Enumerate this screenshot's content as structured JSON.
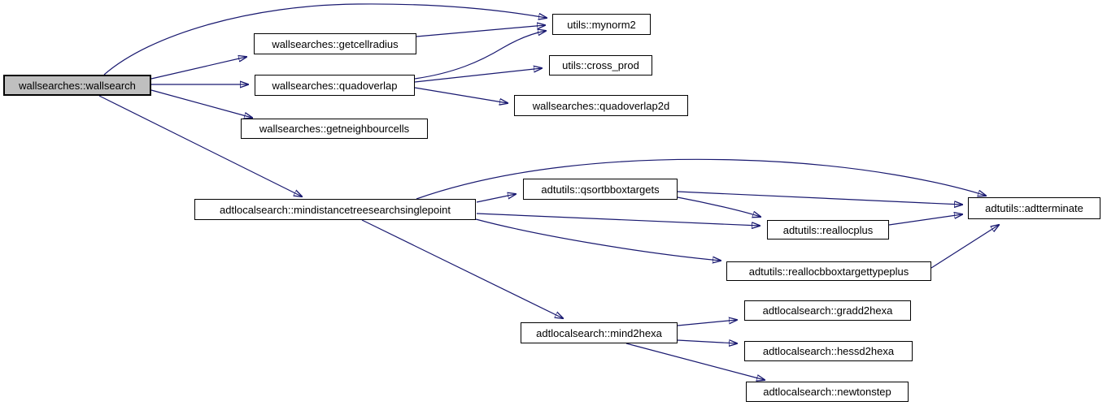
{
  "diagram": {
    "type": "call-graph",
    "root": "wallsearches::wallsearch",
    "colors": {
      "edge": "#191970",
      "node_border": "#000000",
      "node_fill": "#ffffff",
      "root_node_fill": "#bfbfbf",
      "text": "#000000",
      "background": "#ffffff"
    },
    "nodes": [
      {
        "id": "wallsearch",
        "label": "wallsearches::wallsearch"
      },
      {
        "id": "getcellradius",
        "label": "wallsearches::getcellradius"
      },
      {
        "id": "quadoverlap",
        "label": "wallsearches::quadoverlap"
      },
      {
        "id": "getneighbourcells",
        "label": "wallsearches::getneighbourcells"
      },
      {
        "id": "mynorm2",
        "label": "utils::mynorm2"
      },
      {
        "id": "cross_prod",
        "label": "utils::cross_prod"
      },
      {
        "id": "quadoverlap2d",
        "label": "wallsearches::quadoverlap2d"
      },
      {
        "id": "mindistancetreesearchsinglepoint",
        "label": "adtlocalsearch::mindistancetreesearchsinglepoint"
      },
      {
        "id": "qsortbboxtargets",
        "label": "adtutils::qsortbboxtargets"
      },
      {
        "id": "reallocplus",
        "label": "adtutils::reallocplus"
      },
      {
        "id": "reallocbboxtargettypeplus",
        "label": "adtutils::reallocbboxtargettypeplus"
      },
      {
        "id": "adtterminate",
        "label": "adtutils::adtterminate"
      },
      {
        "id": "mind2hexa",
        "label": "adtlocalsearch::mind2hexa"
      },
      {
        "id": "gradd2hexa",
        "label": "adtlocalsearch::gradd2hexa"
      },
      {
        "id": "hessd2hexa",
        "label": "adtlocalsearch::hessd2hexa"
      },
      {
        "id": "newtonstep",
        "label": "adtlocalsearch::newtonstep"
      }
    ],
    "edges": [
      {
        "from": "wallsearch",
        "to": "mynorm2"
      },
      {
        "from": "wallsearch",
        "to": "getcellradius"
      },
      {
        "from": "wallsearch",
        "to": "quadoverlap"
      },
      {
        "from": "wallsearch",
        "to": "getneighbourcells"
      },
      {
        "from": "wallsearch",
        "to": "mindistancetreesearchsinglepoint"
      },
      {
        "from": "getcellradius",
        "to": "mynorm2"
      },
      {
        "from": "quadoverlap",
        "to": "mynorm2"
      },
      {
        "from": "quadoverlap",
        "to": "cross_prod"
      },
      {
        "from": "quadoverlap",
        "to": "quadoverlap2d"
      },
      {
        "from": "mindistancetreesearchsinglepoint",
        "to": "qsortbboxtargets"
      },
      {
        "from": "mindistancetreesearchsinglepoint",
        "to": "reallocplus"
      },
      {
        "from": "mindistancetreesearchsinglepoint",
        "to": "reallocbboxtargettypeplus"
      },
      {
        "from": "mindistancetreesearchsinglepoint",
        "to": "adtterminate"
      },
      {
        "from": "mindistancetreesearchsinglepoint",
        "to": "mind2hexa"
      },
      {
        "from": "qsortbboxtargets",
        "to": "reallocplus"
      },
      {
        "from": "qsortbboxtargets",
        "to": "adtterminate"
      },
      {
        "from": "reallocplus",
        "to": "adtterminate"
      },
      {
        "from": "reallocbboxtargettypeplus",
        "to": "adtterminate"
      },
      {
        "from": "mind2hexa",
        "to": "gradd2hexa"
      },
      {
        "from": "mind2hexa",
        "to": "hessd2hexa"
      },
      {
        "from": "mind2hexa",
        "to": "newtonstep"
      }
    ]
  }
}
